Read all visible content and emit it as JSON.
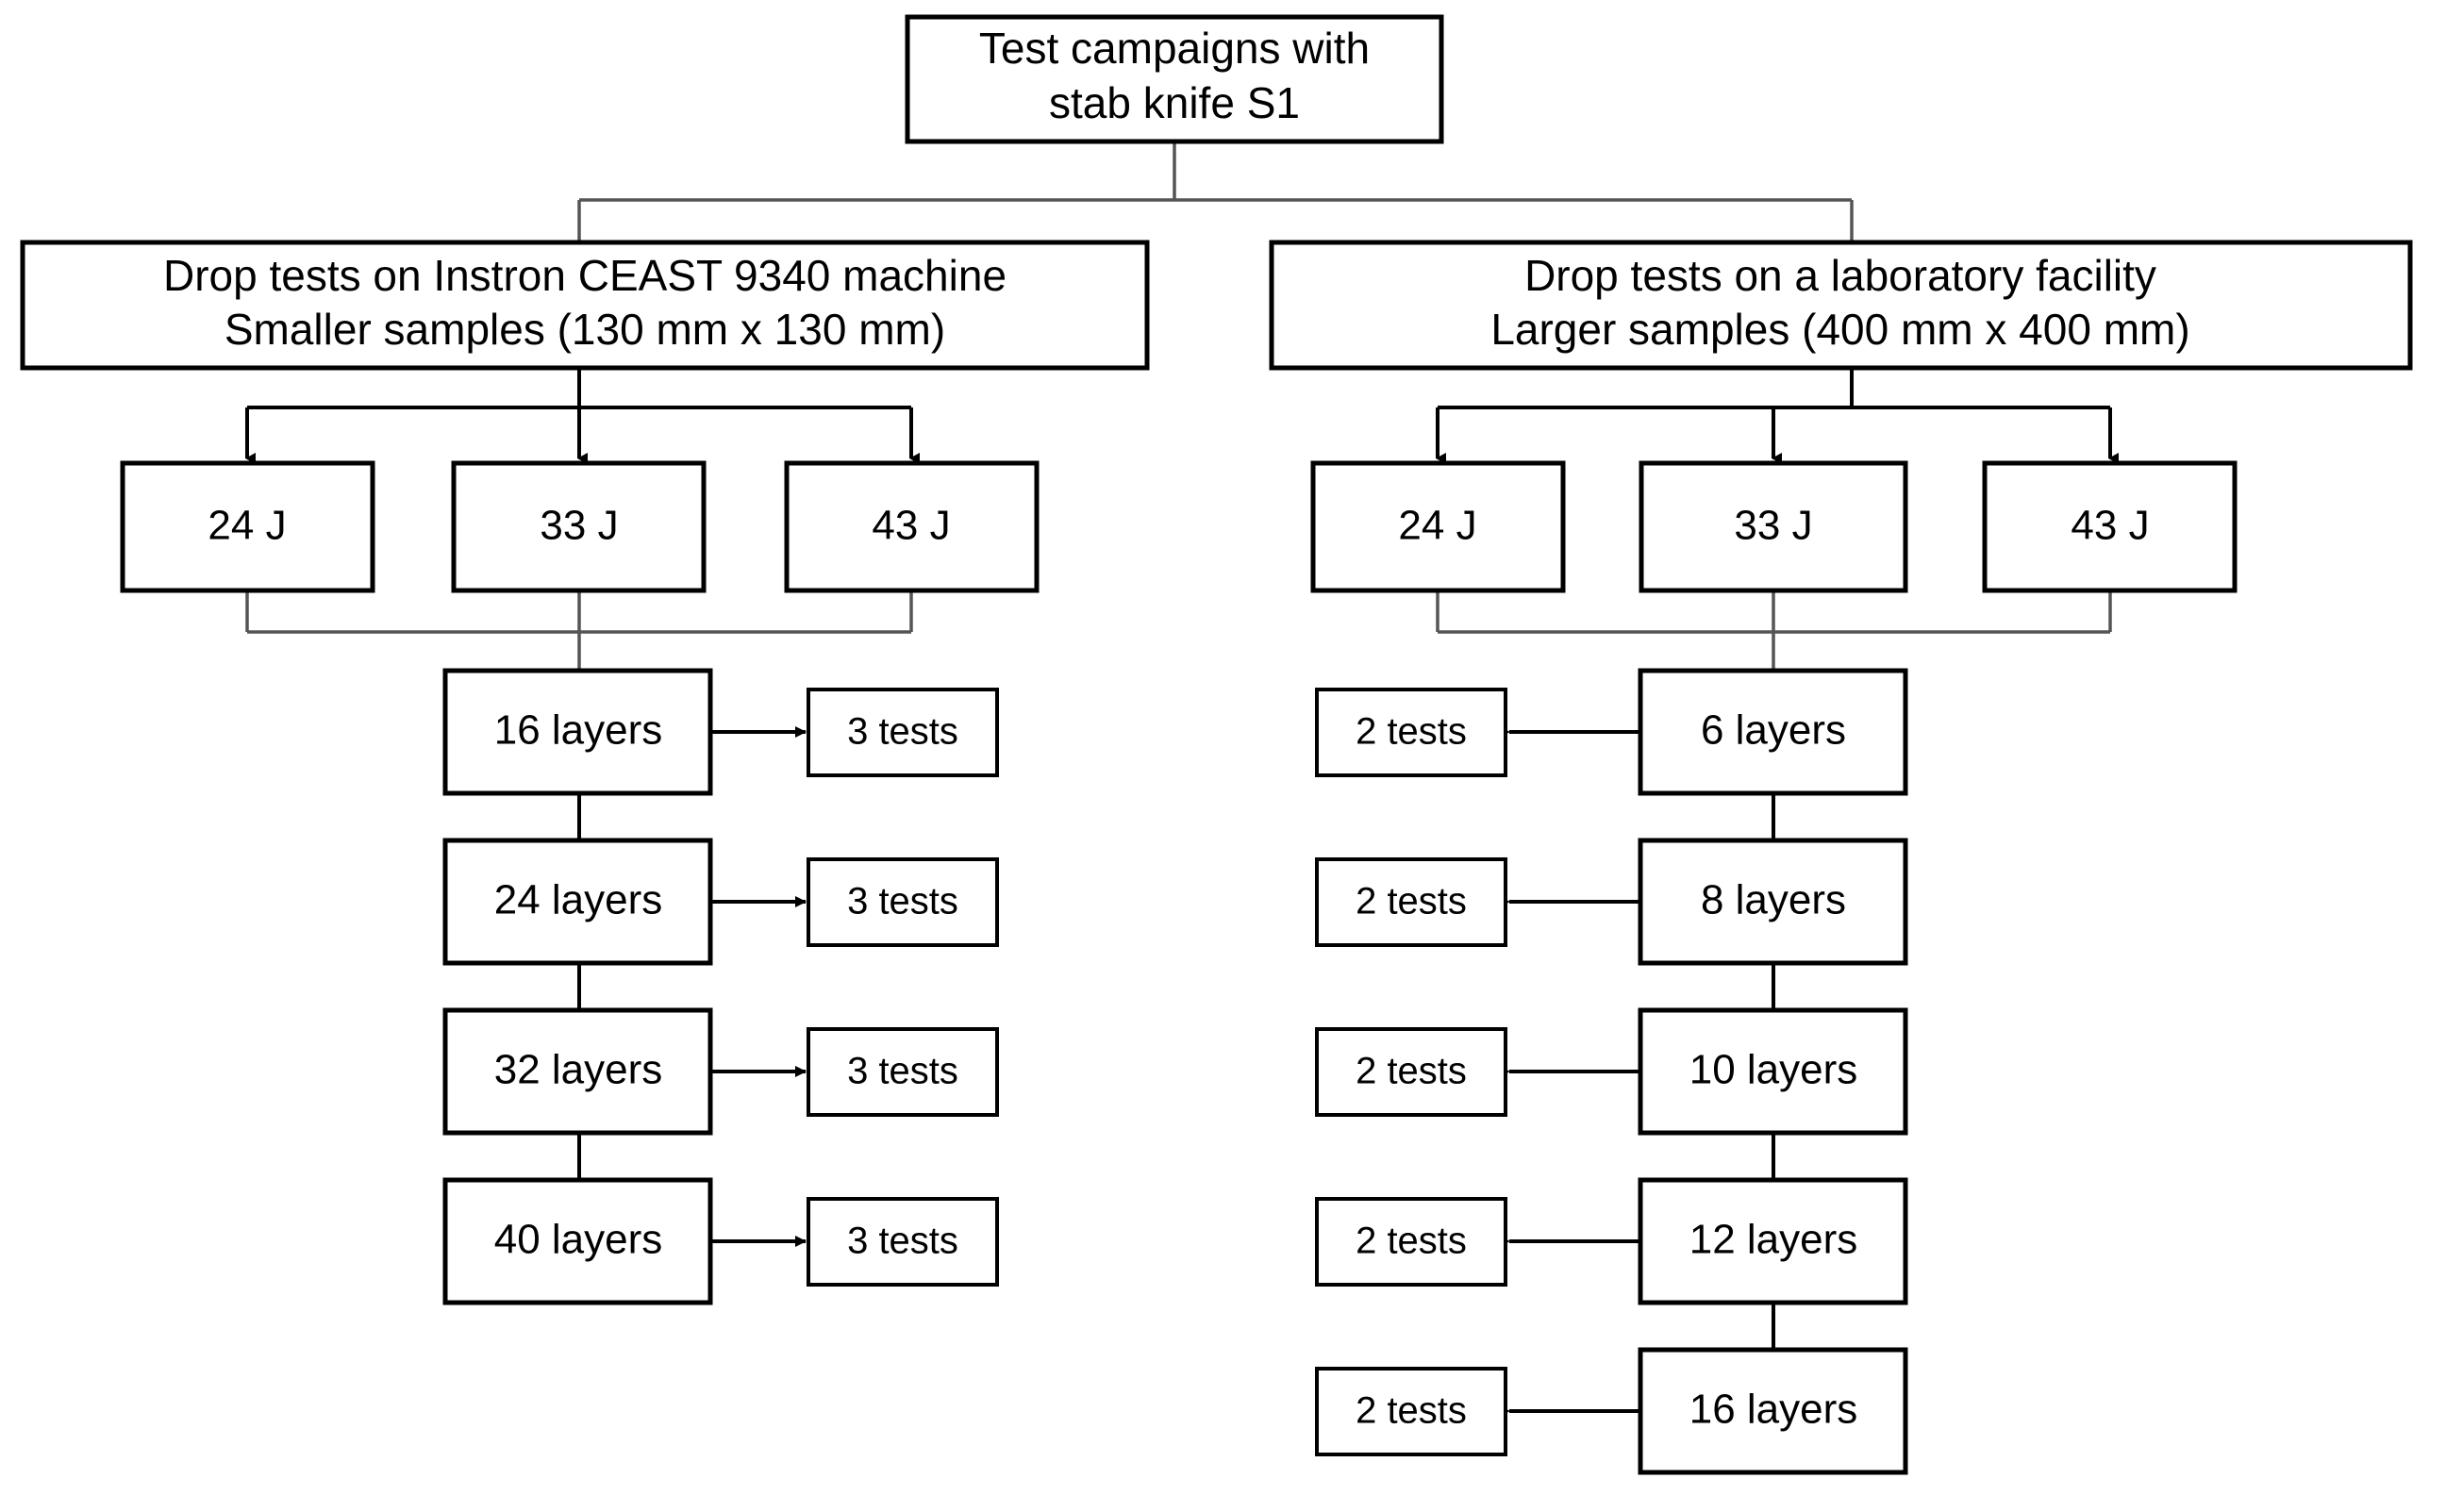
{
  "diagram": {
    "title_node": {
      "label_line1": "Test campaigns with",
      "label_line2": "stab knife S1"
    },
    "branches": [
      {
        "id": "instron",
        "header_line1": "Drop tests on Instron CEAST 9340 machine",
        "header_line2": "Smaller samples (130 mm x 130 mm)",
        "energies": [
          "24 J",
          "33 J",
          "43 J"
        ],
        "layers": [
          {
            "layer_label": "16 layers",
            "tests_label": "3 tests"
          },
          {
            "layer_label": "24 layers",
            "tests_label": "3 tests"
          },
          {
            "layer_label": "32 layers",
            "tests_label": "3 tests"
          },
          {
            "layer_label": "40 layers",
            "tests_label": "3 tests"
          }
        ],
        "tests_side": "right"
      },
      {
        "id": "laboratory",
        "header_line1": "Drop tests on a laboratory facility",
        "header_line2": "Larger samples (400 mm x 400 mm)",
        "energies": [
          "24 J",
          "33 J",
          "43 J"
        ],
        "layers": [
          {
            "layer_label": "6 layers",
            "tests_label": "2 tests"
          },
          {
            "layer_label": "8 layers",
            "tests_label": "2 tests"
          },
          {
            "layer_label": "10 layers",
            "tests_label": "2 tests"
          },
          {
            "layer_label": "12 layers",
            "tests_label": "2 tests"
          },
          {
            "layer_label": "16 layers",
            "tests_label": "2 tests"
          }
        ],
        "tests_side": "left"
      }
    ],
    "colors": {
      "background": "#ffffff",
      "stroke": "#000000",
      "text": "#000000",
      "connector": "#555555"
    }
  }
}
